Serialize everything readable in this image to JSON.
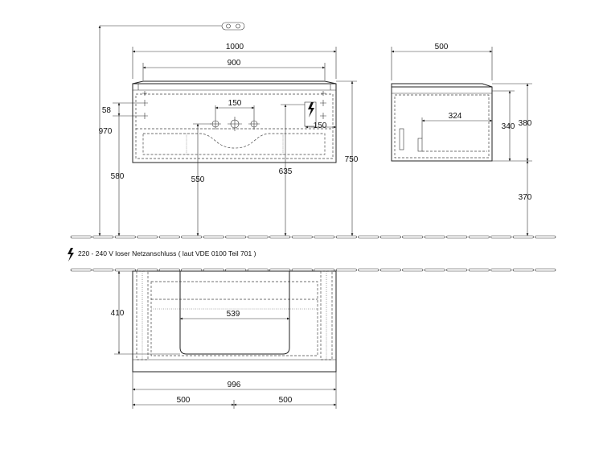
{
  "front_view": {
    "overall_width": "1000",
    "top_width": "900",
    "tap_spacing": "150",
    "offset_58": "58",
    "height_970": "970",
    "height_580": "580",
    "height_550": "550",
    "height_635": "635",
    "height_750": "750",
    "socket_offset": "150"
  },
  "side_view": {
    "depth": "500",
    "drawer_depth": "324",
    "height_340": "340",
    "height_380": "380",
    "height_370": "370"
  },
  "electrical_note": "220 - 240 V loser Netzanschluss ( laut VDE 0100 Teil 701 )",
  "plan_view": {
    "depth_410": "410",
    "inner_width": "539",
    "total_width": "996",
    "half_left": "500",
    "half_right": "500"
  }
}
